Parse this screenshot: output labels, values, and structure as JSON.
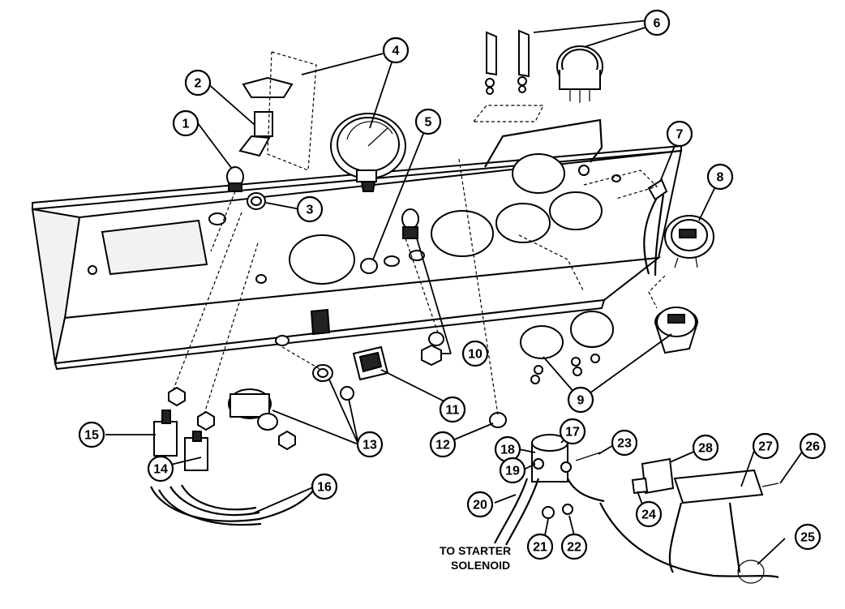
{
  "callouts": [
    {
      "id": "1",
      "label": "1"
    },
    {
      "id": "2",
      "label": "2"
    },
    {
      "id": "3",
      "label": "3"
    },
    {
      "id": "4",
      "label": "4"
    },
    {
      "id": "5",
      "label": "5"
    },
    {
      "id": "6",
      "label": "6"
    },
    {
      "id": "7",
      "label": "7"
    },
    {
      "id": "8",
      "label": "8"
    },
    {
      "id": "9",
      "label": "9"
    },
    {
      "id": "10",
      "label": "10"
    },
    {
      "id": "11",
      "label": "11"
    },
    {
      "id": "12",
      "label": "12"
    },
    {
      "id": "13",
      "label": "13"
    },
    {
      "id": "14",
      "label": "14"
    },
    {
      "id": "15",
      "label": "15"
    },
    {
      "id": "16",
      "label": "16"
    },
    {
      "id": "17",
      "label": "17"
    },
    {
      "id": "18",
      "label": "18"
    },
    {
      "id": "19",
      "label": "19"
    },
    {
      "id": "20",
      "label": "20"
    },
    {
      "id": "21",
      "label": "21"
    },
    {
      "id": "22",
      "label": "22"
    },
    {
      "id": "23",
      "label": "23"
    },
    {
      "id": "24",
      "label": "24"
    },
    {
      "id": "25",
      "label": "25"
    },
    {
      "id": "26",
      "label": "26"
    },
    {
      "id": "27",
      "label": "27"
    },
    {
      "id": "28",
      "label": "28"
    }
  ],
  "note": {
    "line1": "TO STARTER",
    "line2": "SOLENOID"
  }
}
